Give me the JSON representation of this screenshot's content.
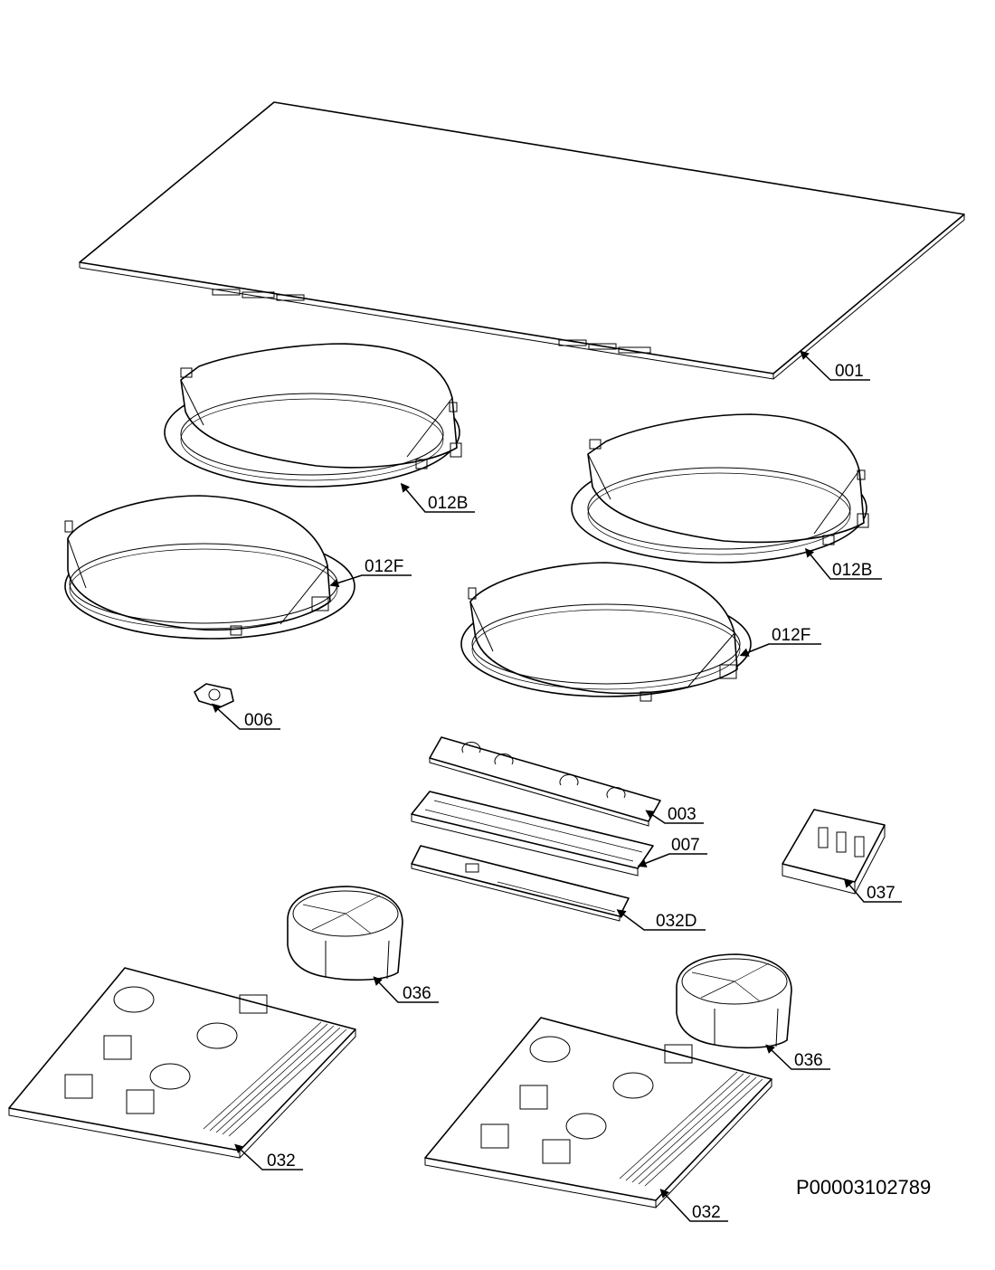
{
  "callouts": {
    "c001": "001",
    "c012B_left": "012B",
    "c012B_right": "012B",
    "c012F_left": "012F",
    "c012F_right": "012F",
    "c006": "006",
    "c003": "003",
    "c007": "007",
    "c032D": "032D",
    "c037": "037",
    "c036_left": "036",
    "c036_right": "036",
    "c032_left": "032",
    "c032_right": "032"
  },
  "document_number": "P00003102789"
}
